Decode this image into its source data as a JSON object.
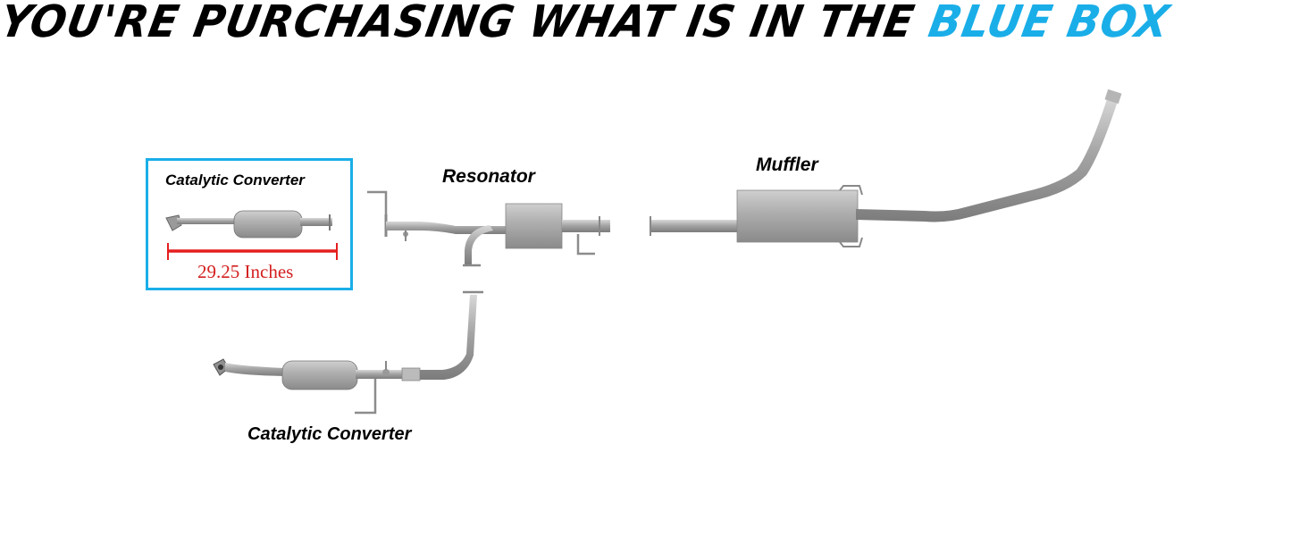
{
  "headline": {
    "prefix": "YOU'RE PURCHASING WHAT IS IN THE ",
    "highlight": "BLUE BOX"
  },
  "colors": {
    "highlight_blue": "#1aaee8",
    "measure_red": "#d42020",
    "part_gray": "#a9a9a9"
  },
  "parts": {
    "selected_converter": {
      "label": "Catalytic  Converter",
      "measurement": "29.25 Inches"
    },
    "resonator": {
      "label": "Resonator"
    },
    "muffler": {
      "label": "Muffler"
    },
    "second_converter": {
      "label": "Catalytic  Converter"
    }
  }
}
